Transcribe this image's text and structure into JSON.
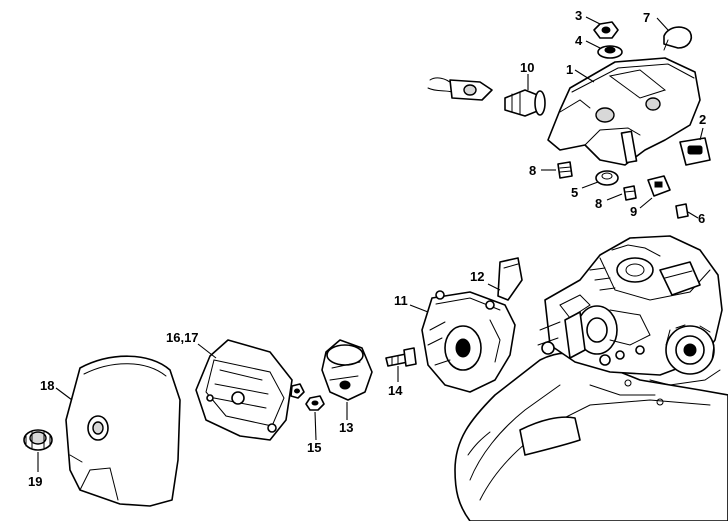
{
  "callouts": [
    {
      "id": "c1",
      "text": "1"
    },
    {
      "id": "c2",
      "text": "2"
    },
    {
      "id": "c3",
      "text": "3"
    },
    {
      "id": "c4",
      "text": "4"
    },
    {
      "id": "c5",
      "text": "5"
    },
    {
      "id": "c6",
      "text": "6"
    },
    {
      "id": "c7",
      "text": "7"
    },
    {
      "id": "c8a",
      "text": "8"
    },
    {
      "id": "c8b",
      "text": "8"
    },
    {
      "id": "c9",
      "text": "9"
    },
    {
      "id": "c10",
      "text": "10"
    },
    {
      "id": "c11",
      "text": "11"
    },
    {
      "id": "c12",
      "text": "12"
    },
    {
      "id": "c13",
      "text": "13"
    },
    {
      "id": "c14",
      "text": "14"
    },
    {
      "id": "c15",
      "text": "15"
    },
    {
      "id": "c1617",
      "text": "16,17"
    },
    {
      "id": "c18",
      "text": "18"
    },
    {
      "id": "c19",
      "text": "19"
    }
  ]
}
